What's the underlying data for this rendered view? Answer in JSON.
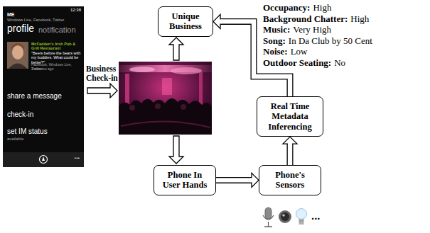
{
  "diagram": {
    "nodes": [
      {
        "text": [
          "12:38",
          "ME",
          "Windows Live, Facebook, Twitter",
          "profile",
          "notification",
          "McFadden's Irish Pub & Grill Restaurant",
          "\"Beers before the bears with my buddies. What could be better?\"",
          "Facebook, Windows Live, Twitter",
          "2 minutes ago",
          "share a message",
          "check-in",
          "set IM status",
          "available",
          "..."
        ]
      },
      {
        "text": [
          "Unique Business"
        ]
      },
      {
        "text": [
          "Real Time Metadata Inferencing"
        ]
      },
      {
        "text": [
          "Phone In User Hands"
        ]
      },
      {
        "text": [
          "Phone's Sensors"
        ]
      }
    ],
    "edges": [
      {
        "from": 3,
        "to": 4,
        "arrow": "to"
      },
      {
        "from": 4,
        "to": 2,
        "arrow": "to"
      },
      {
        "from": 2,
        "to": 1,
        "arrow": "to"
      }
    ],
    "labels": [
      "Business Check-in",
      "Occupancy:",
      "High",
      "Background Chatter:",
      "High",
      "Music:",
      "Very High",
      "Song:",
      "In Da Club by 50 Cent",
      "Noise:",
      "Low",
      "Outdoor Seating:",
      "No",
      "..."
    ]
  }
}
